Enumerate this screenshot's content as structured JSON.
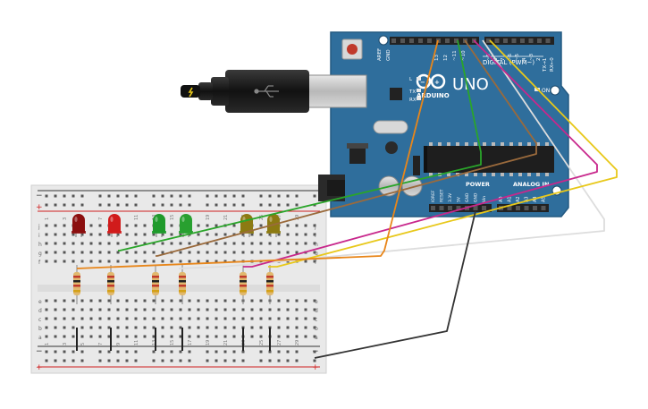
{
  "board": {
    "brand": "ARDUINO",
    "model": "UNO",
    "digital_label": "DIGITAL (PWM~)",
    "power_label": "POWER",
    "analog_label": "ANALOG IN",
    "aref": "AREF",
    "gnd": "GND",
    "tx_pin": "TX→1",
    "rx_pin": "RX←0",
    "on_label": "ON",
    "l_label": "L",
    "tx_led": "TX",
    "rx_led": "RX",
    "digital_pins": [
      "13",
      "12",
      "~11",
      "~10",
      "~9",
      "8",
      "7",
      "~6",
      "~5",
      "4",
      "~3",
      "2"
    ],
    "power_pins": [
      "IOREF",
      "RESET",
      "3.3V",
      "5V",
      "GND",
      "GND",
      "Vin"
    ],
    "analog_pins": [
      "A0",
      "A1",
      "A2",
      "A3",
      "A4",
      "A5"
    ]
  },
  "breadboard": {
    "row_letters_top": [
      "j",
      "i",
      "h",
      "g",
      "f"
    ],
    "row_letters_bottom": [
      "e",
      "d",
      "c",
      "b",
      "a"
    ],
    "column_numbers": [
      "1",
      "3",
      "5",
      "7",
      "9",
      "11",
      "13",
      "15",
      "17",
      "19",
      "21",
      "23",
      "25",
      "27",
      "29"
    ],
    "rail_minus": "−",
    "rail_plus": "+"
  },
  "leds": [
    {
      "color": "#8b0e0e"
    },
    {
      "color": "#d11b1b"
    },
    {
      "color": "#1f9a2b"
    },
    {
      "color": "#28a030"
    },
    {
      "color": "#8c7a12"
    },
    {
      "color": "#8c7a12"
    }
  ],
  "wire_colors": {
    "green": "#2aa52a",
    "brown": "#9a6a3c",
    "orange": "#e8861a",
    "magenta": "#c8288c",
    "yellow": "#e8c81a",
    "white": "#eeeeee",
    "black": "#333333"
  },
  "colors": {
    "board": "#2f6e9c",
    "board_dark": "#245a82",
    "header": "#222222"
  }
}
